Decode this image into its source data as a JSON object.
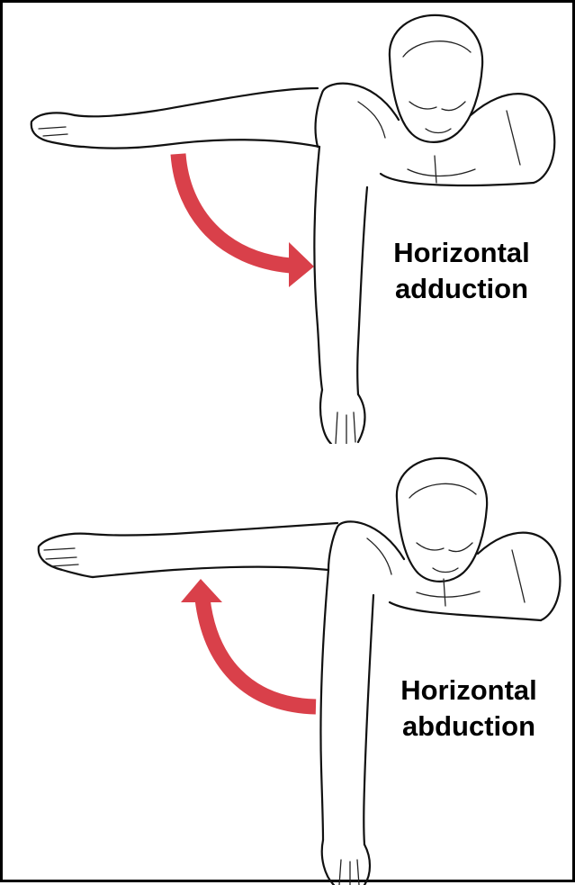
{
  "panels": [
    {
      "label_lines": [
        "Horizontal",
        "adduction"
      ],
      "arrow_color": "#d9404a",
      "arrow_direction": "down-right",
      "icon": "figure-adduction-icon"
    },
    {
      "label_lines": [
        "Horizontal",
        "abduction"
      ],
      "arrow_color": "#d9404a",
      "arrow_direction": "up-left",
      "icon": "figure-abduction-icon"
    }
  ],
  "colors": {
    "border": "#000000",
    "background": "#ffffff",
    "arrow": "#d9404a"
  }
}
